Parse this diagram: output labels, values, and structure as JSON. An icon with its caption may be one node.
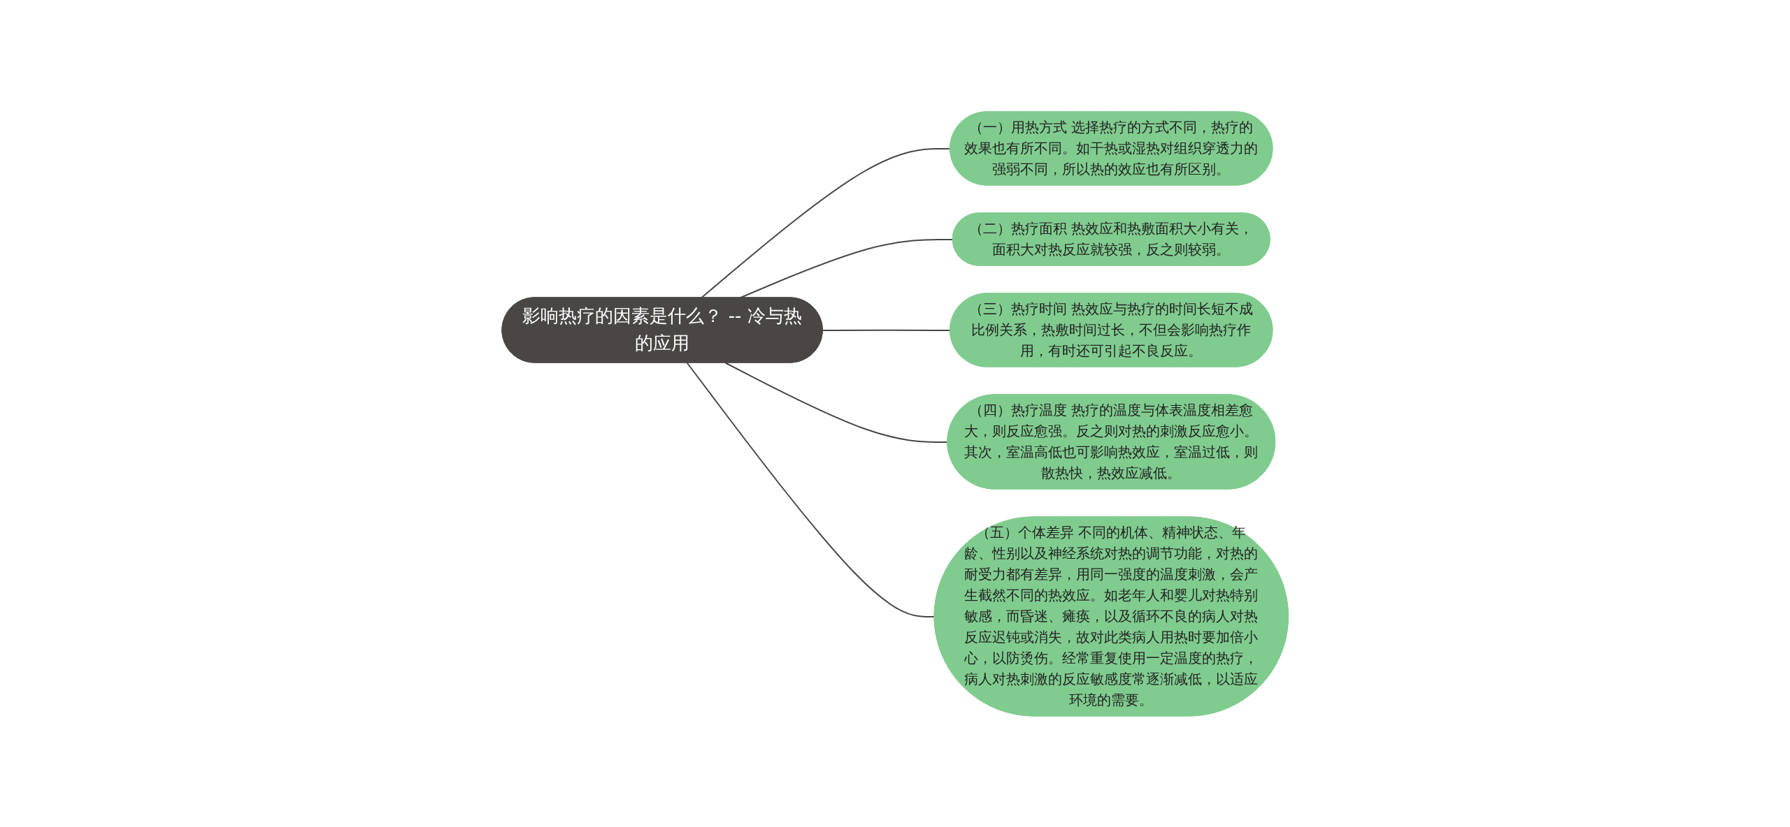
{
  "diagram": {
    "nodes": [
      {
        "text": [
          "影响热疗的因素是什么？ -- 冷与热的应用"
        ]
      },
      {
        "text": [
          "（一）用热方式 选择热疗的方式不同，热疗的效果也有所不同。如干热或湿热对组织穿透力的强弱不同，所以热的效应也有所区别。"
        ]
      },
      {
        "text": [
          "（二）热疗面积 热效应和热敷面积大小有关，面积大对热反应就较强，反之则较弱。"
        ]
      },
      {
        "text": [
          "（三）热疗时间 热效应与热疗的时间长短不成比例关系，热敷时间过长，不但会影响热疗作用，有时还可引起不良反应。"
        ]
      },
      {
        "text": [
          "（四）热疗温度 热疗的温度与体表温度相差愈大，则反应愈强。反之则对热的刺激反应愈小。其次，室温高低也可影响热效应，室温过低，则散热快，热效应减低。"
        ]
      },
      {
        "text": [
          "（五）个体差异 不同的机体、精神状态、年龄、性别以及神经系统对热的调节功能，对热的耐受力都有差异，用同一强度的温度刺激，会产生截然不同的热效应。如老年人和婴儿对热特别敏感，而昏迷、瘫痪，以及循环不良的病人对热反应迟钝或消失，故对此类病人用热时要加倍小心，以防烫伤。经常重复使用一定温度的热疗，病人对热刺激的反应敏感度常逐渐减低，以适应环境的需要。"
        ]
      }
    ],
    "edges": [
      {
        "from": 0,
        "to": 1,
        "arrow": "none"
      },
      {
        "from": 0,
        "to": 2,
        "arrow": "none"
      },
      {
        "from": 0,
        "to": 3,
        "arrow": "none"
      },
      {
        "from": 0,
        "to": 4,
        "arrow": "none"
      },
      {
        "from": 0,
        "to": 5,
        "arrow": "none"
      }
    ]
  }
}
